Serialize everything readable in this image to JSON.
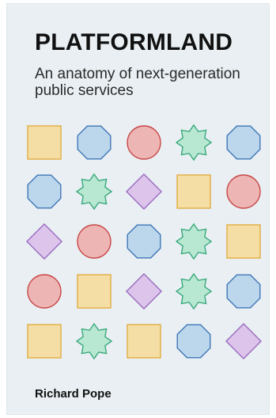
{
  "book": {
    "title": "PLATFORMLAND",
    "subtitle": "An anatomy of next-generation public services",
    "author": "Richard Pope"
  },
  "shape_grid": {
    "rows": [
      [
        "square",
        "octagon",
        "circle",
        "star",
        "octagon"
      ],
      [
        "octagon",
        "star",
        "diamond",
        "square",
        "circle"
      ],
      [
        "diamond",
        "circle",
        "octagon",
        "star",
        "square"
      ],
      [
        "circle",
        "square",
        "diamond",
        "star",
        "octagon"
      ],
      [
        "square",
        "star",
        "square",
        "octagon",
        "diamond"
      ]
    ]
  },
  "colors": {
    "background": "#e9eff2",
    "square": {
      "fill": "#f4dea5",
      "stroke": "#e2ad43"
    },
    "octagon": {
      "fill": "#bcd7ec",
      "stroke": "#3f77b8"
    },
    "circle": {
      "fill": "#eeb5b5",
      "stroke": "#c84848"
    },
    "star": {
      "fill": "#b9e8d2",
      "stroke": "#3aa97e"
    },
    "diamond": {
      "fill": "#ddc4ea",
      "stroke": "#9a6bc1"
    }
  }
}
